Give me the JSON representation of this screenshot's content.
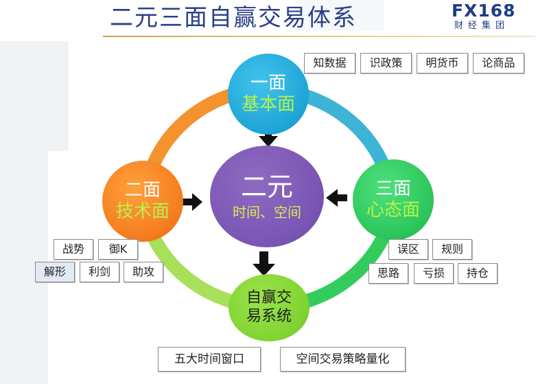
{
  "title": "二元三面自赢交易体系",
  "logo": {
    "main": "FX168",
    "sub": "财经集团"
  },
  "nodes": {
    "top": {
      "head": "一面",
      "sub": "基本面"
    },
    "left": {
      "head": "二面",
      "sub": "技术面"
    },
    "right": {
      "head": "三面",
      "sub": "心态面"
    },
    "center": {
      "head": "二元",
      "sub": "时间、空间"
    },
    "bottom": {
      "line1": "自赢交",
      "line2": "易系统"
    }
  },
  "tags": {
    "fundamental": [
      "知数据",
      "识政策",
      "明货币",
      "论商品"
    ],
    "technical": [
      "战势",
      "御K",
      "解形",
      "利剑",
      "助攻"
    ],
    "mental": [
      "误区",
      "规则",
      "思路",
      "亏损",
      "持仓"
    ],
    "bottom": [
      "五大时间窗口",
      "空间交易策略量化"
    ]
  },
  "colors": {
    "title": "#2a3f88",
    "top_circle": "#1ea4d6",
    "left_circle": "#f47c1e",
    "right_circle": "#2bc55a",
    "bottom_circle": "#7fd431",
    "center_circle": "#7a54b3",
    "ring_left_top": "#f4922e",
    "ring_top_right": "#3db4d6",
    "ring_right_bottom": "#33cc5c",
    "ring_left_bottom": "#a7e05a",
    "arrow": "#111111"
  }
}
